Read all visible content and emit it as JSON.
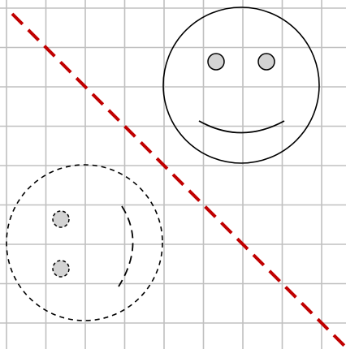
{
  "diagram": {
    "background_color": "#ffffff",
    "grid_color": "#c0c0c0",
    "outline_color": "#000000",
    "eye_fill_color": "#d3d3d3",
    "mirror_line_color": "#c00000",
    "grid": {
      "visible": true
    },
    "mirror_line": {
      "style": "dashed"
    },
    "original_face": {
      "style": "solid",
      "icon": "smiley-face-icon"
    },
    "reflected_face": {
      "style": "dashed",
      "icon": "reflected-smiley-face-icon"
    }
  }
}
